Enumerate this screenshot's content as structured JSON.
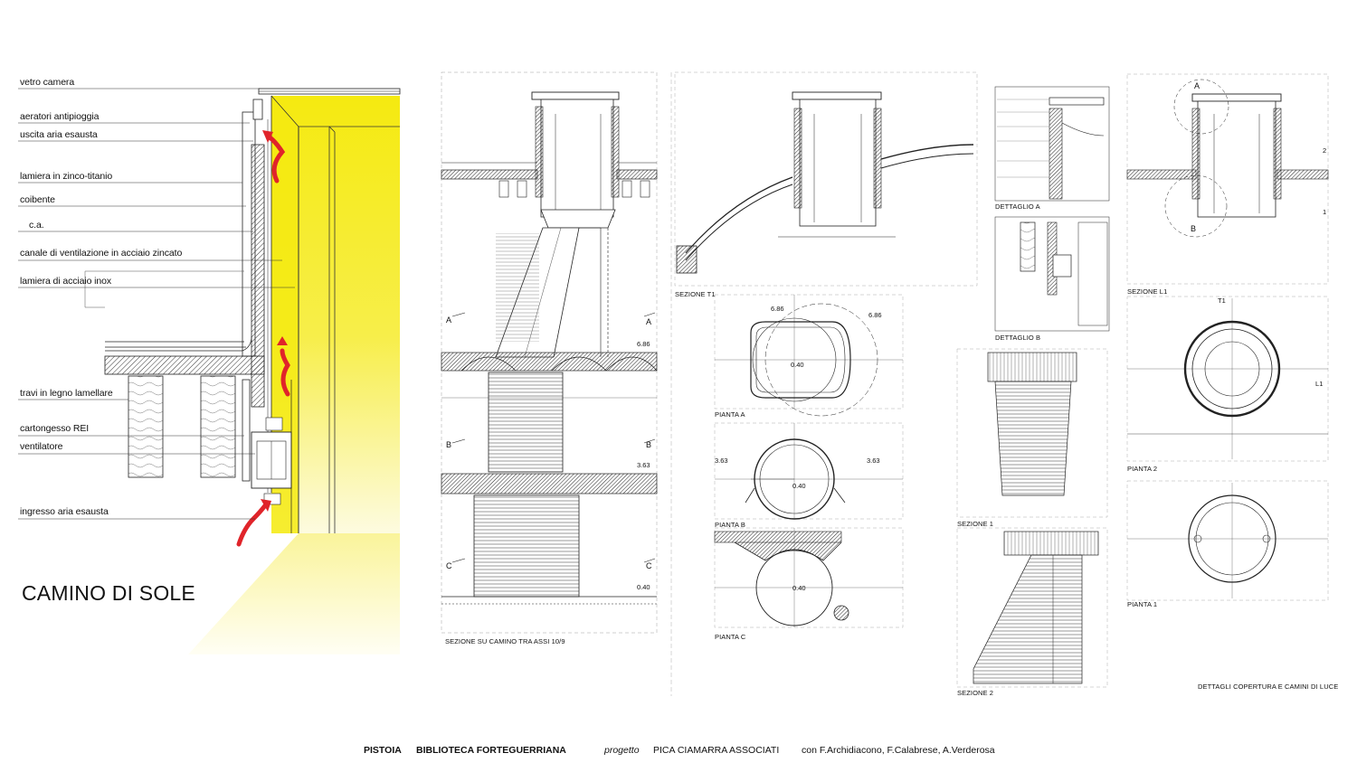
{
  "left_section": {
    "title": "CAMINO DI SOLE",
    "labels": [
      "vetro camera",
      "aeratori antipioggia",
      "uscita aria esausta",
      "lamiera in zinco-titanio",
      "coibente",
      "c.a.",
      "canale di ventilazione in acciaio zincato",
      "lamiera di acciaio inox",
      "travi in legno lamellare",
      "cartongesso REI",
      "ventilatore",
      "ingresso aria esausta"
    ],
    "colors": {
      "light": "#f5ea10",
      "arrow": "#e0242a"
    }
  },
  "section_main": {
    "caption": "SEZIONE  SU CAMINO TRA ASSI 10/9",
    "levels": [
      "6.86",
      "3.63",
      "0.40"
    ],
    "axis_marks": [
      "A",
      "A",
      "B",
      "B",
      "C",
      "C"
    ]
  },
  "section_t1": {
    "caption": "SEZIONE T1"
  },
  "plans": {
    "a": {
      "caption": "PIANTA A",
      "levels": [
        "6.86",
        "6.86",
        "0.40"
      ]
    },
    "b": {
      "caption": "PIANTA B",
      "levels": [
        "3.63",
        "3.63",
        "0.40"
      ]
    },
    "c": {
      "caption": "PIANTA C",
      "levels": [
        "0.40"
      ]
    }
  },
  "details": {
    "a": "DETTAGLIO A",
    "b": "DETTAGLIO B",
    "s1": "SEZIONE 1",
    "s2": "SEZIONE 2"
  },
  "right_column": {
    "l1": "SEZIONE L1",
    "p2": "PIANTA 2",
    "p1": "PIANTA 1",
    "marks": [
      "A",
      "B",
      "T1",
      "L1",
      "2",
      "1"
    ]
  },
  "sheet_caption": "DETTAGLI COPERTURA E CAMINI DI LUCE",
  "footer": {
    "city": "PISTOIA",
    "building": "BIBLIOTECA FORTEGUERRIANA",
    "prefix": "progetto",
    "firm": "PICA CIAMARRA ASSOCIATI",
    "collab": "con  F.Archidiacono, F.Calabrese, A.Verderosa"
  }
}
